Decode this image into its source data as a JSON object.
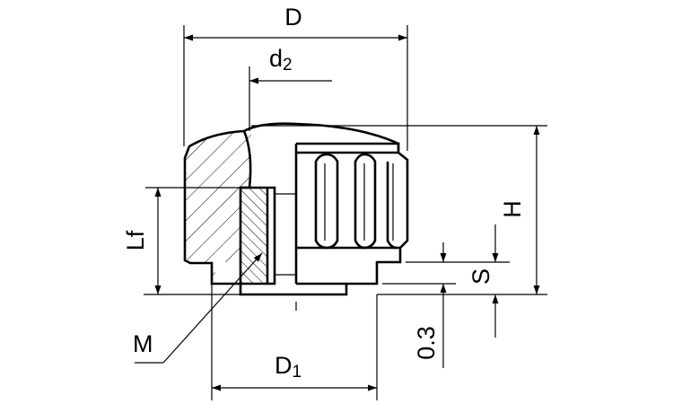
{
  "labels": {
    "D": "D",
    "d": "d",
    "d_sub": "2",
    "H": "H",
    "Lf": "Lf",
    "S": "S",
    "M": "M",
    "D1": "D",
    "D1_sub": "1",
    "gap": "0.3"
  }
}
